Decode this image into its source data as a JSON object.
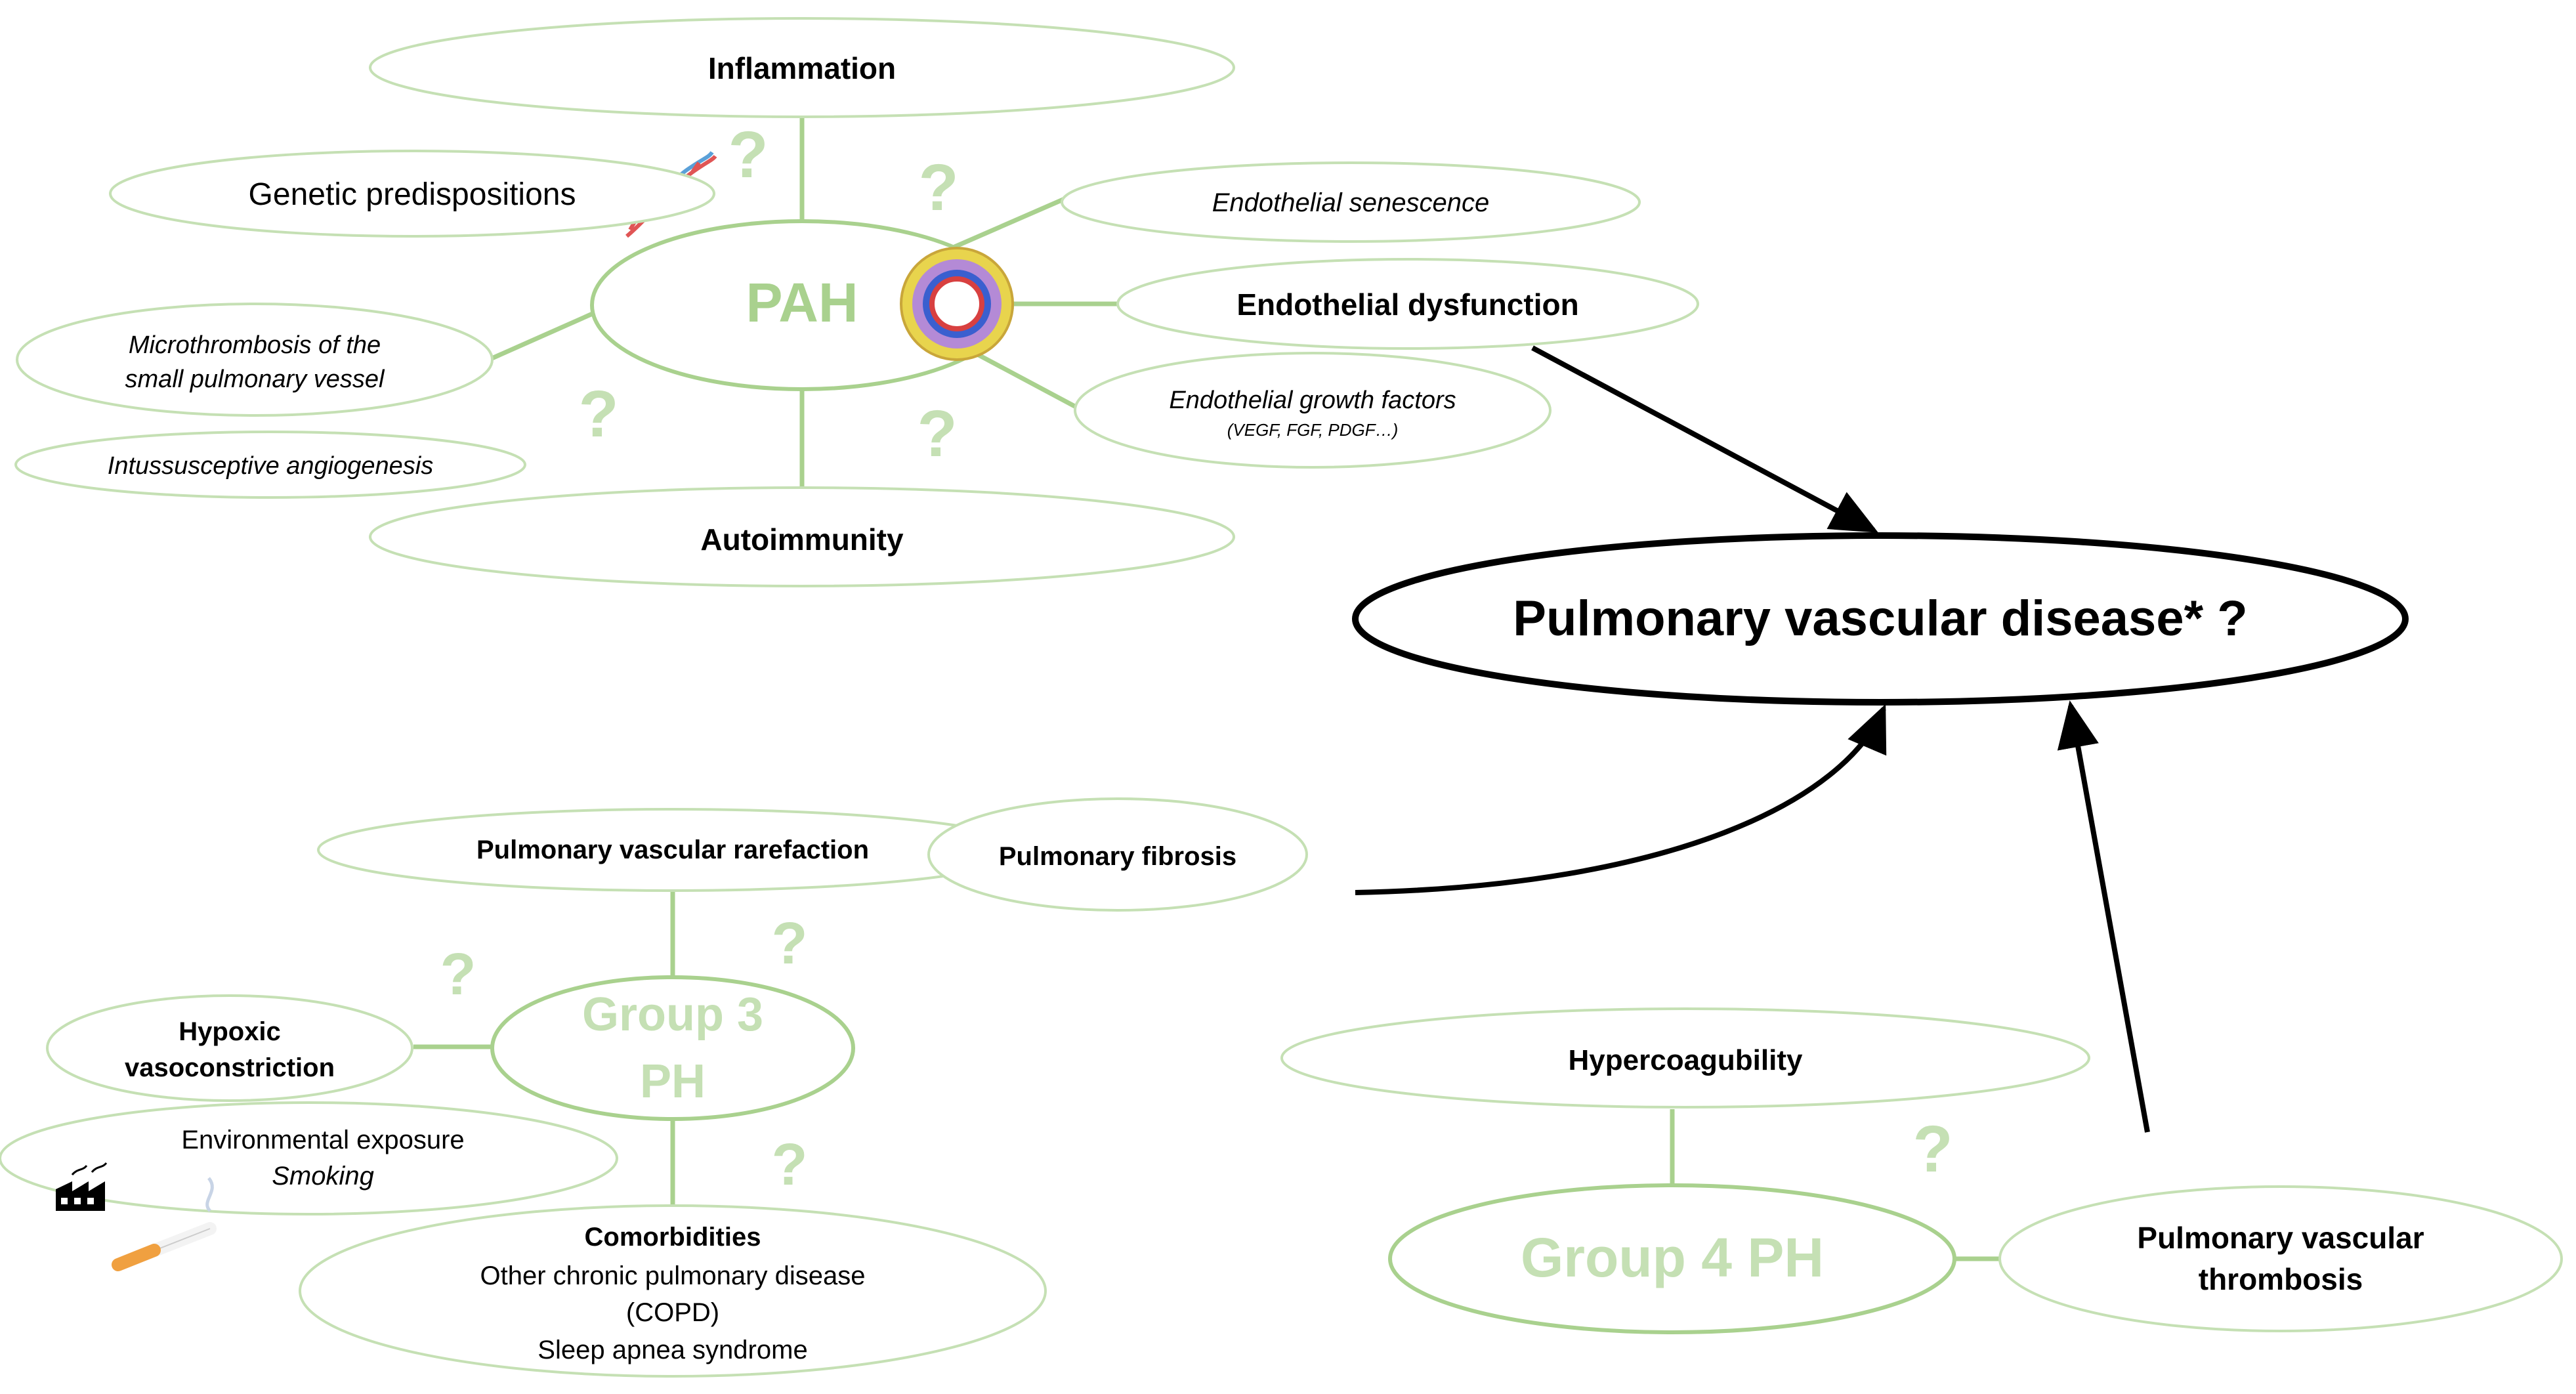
{
  "colors": {
    "green_line": "#a9d18e",
    "green_text": "#a9d18e",
    "ellipse_border": "#c5e0b4",
    "black": "#000000",
    "question_mark": "#c5e0b4"
  },
  "center": {
    "label": "Pulmonary vascular disease* ?"
  },
  "pah": {
    "hub": "PAH",
    "inflammation": "Inflammation",
    "genetic": "Genetic predispositions",
    "senescence": "Endothelial senescence",
    "dysfunction": "Endothelial dysfunction",
    "growth_factors": "Endothelial growth factors",
    "growth_factors_sub": "(VEGF, FGF, PDGF…)",
    "microthrombosis_1": "Microthrombosis of the",
    "microthrombosis_2": "small pulmonary vessel",
    "angiogenesis": "Intussusceptive angiogenesis",
    "autoimmunity": "Autoimmunity"
  },
  "group3": {
    "hub_1": "Group 3",
    "hub_2": "PH",
    "rarefaction": "Pulmonary vascular rarefaction",
    "fibrosis": "Pulmonary fibrosis",
    "hypoxic_1": "Hypoxic",
    "hypoxic_2": "vasoconstriction",
    "env_1": "Environmental exposure",
    "env_2": "Smoking",
    "comorb_title": "Comorbidities",
    "comorb_1": "Other chronic pulmonary disease",
    "comorb_2": "(COPD)",
    "comorb_3": "Sleep apnea syndrome"
  },
  "group4": {
    "hub": "Group 4 PH",
    "hypercoag": "Hypercoagubility",
    "thrombosis_1": "Pulmonary  vascular",
    "thrombosis_2": "thrombosis"
  },
  "qmark": "?"
}
